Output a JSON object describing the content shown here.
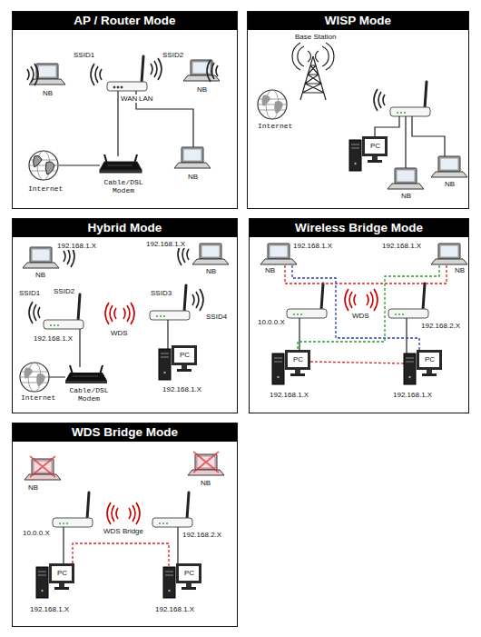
{
  "diagram": {
    "nodes": [
      {
        "text": [
          "AP / Router Mode"
        ]
      },
      {
        "text": [
          "WISP Mode"
        ]
      },
      {
        "text": [
          "Hybrid Mode"
        ]
      },
      {
        "text": [
          "Wireless Bridge Mode"
        ]
      },
      {
        "text": [
          "WDS Bridge Mode"
        ]
      }
    ],
    "labels": [
      "SSID1",
      "SSID2",
      "NB",
      "NB",
      "WAN",
      "LAN",
      "Internet",
      "Cable/DSL Modem",
      "NB",
      "Base Station",
      "Internet",
      "PC",
      "NB",
      "NB",
      "192.168.1.X",
      "NB",
      "192.168.1.X",
      "NB",
      "SSID1",
      "SSID2",
      "WDS",
      "SSID3",
      "SSID4",
      "192.168.1.X",
      "Internet",
      "Cable/DSL Modem",
      "PC",
      "192.168.1.X",
      "192.168.1.X",
      "NB",
      "192.168.1.X",
      "NB",
      "WDS",
      "10.0.0.X",
      "192.168.2.X",
      "PC",
      "PC",
      "192.168.1.X",
      "192.168.1.X",
      "NB",
      "NB",
      "WDS Bridge",
      "10.0.0.X",
      "192.168.2.X",
      "PC",
      "PC",
      "192.168.1.X",
      "192.168.1.X"
    ]
  }
}
